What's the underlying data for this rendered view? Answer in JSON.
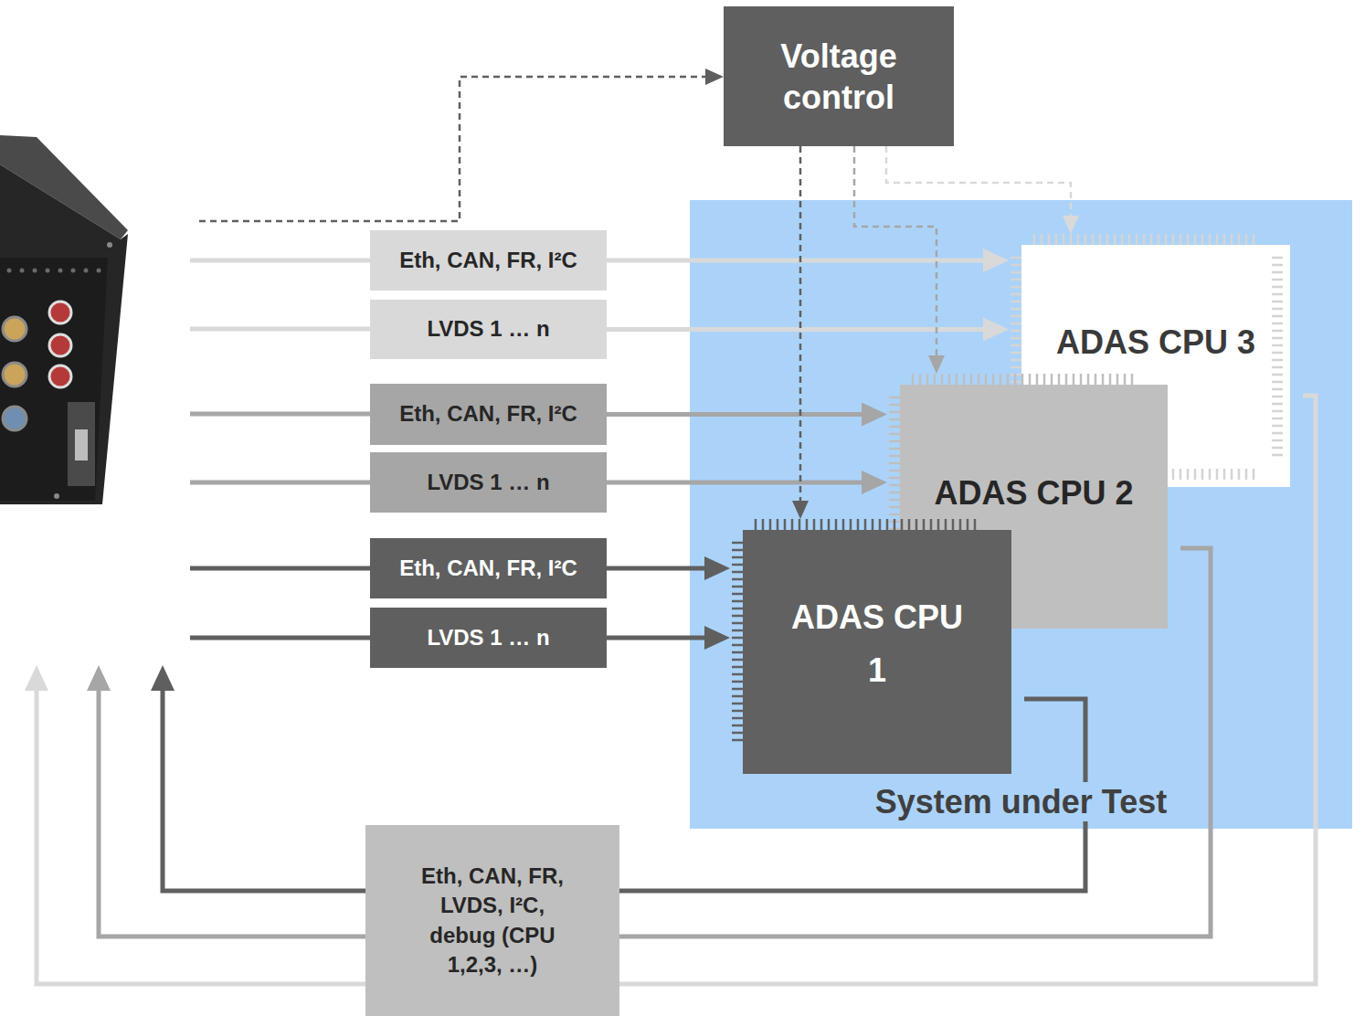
{
  "diagram": {
    "nodes": [
      {
        "text": [
          "Voltage control"
        ]
      },
      {
        "text": [
          "Eth, CAN, FR, I²C"
        ]
      },
      {
        "text": [
          "LVDS 1 … n"
        ]
      },
      {
        "text": [
          "Eth, CAN, FR, I²C"
        ]
      },
      {
        "text": [
          "LVDS 1 … n"
        ]
      },
      {
        "text": [
          "Eth, CAN, FR, I²C"
        ]
      },
      {
        "text": [
          "LVDS 1 … n"
        ]
      },
      {
        "text": [
          "System under Test"
        ]
      },
      {
        "text": [
          "ADAS CPU 3"
        ],
        "in": 7
      },
      {
        "text": [
          "ADAS CPU 2"
        ],
        "in": 7
      },
      {
        "text": [
          "ADAS CPU 1"
        ],
        "in": 7
      },
      {
        "text": [
          "Eth, CAN, FR, LVDS, I²C, debug (CPU 1,2,3, …)"
        ]
      }
    ],
    "edges": [
      {
        "from": 1,
        "to": 8,
        "arrow": "to"
      },
      {
        "from": 2,
        "to": 8,
        "arrow": "to"
      },
      {
        "from": 3,
        "to": 9,
        "arrow": "to"
      },
      {
        "from": 4,
        "to": 9,
        "arrow": "to"
      },
      {
        "from": 5,
        "to": 10,
        "arrow": "to"
      },
      {
        "from": 6,
        "to": 10,
        "arrow": "to"
      },
      {
        "from": 0,
        "to": 10,
        "arrow": "to"
      },
      {
        "from": 0,
        "to": 9,
        "arrow": "to"
      },
      {
        "from": 0,
        "to": 8,
        "arrow": "to"
      },
      {
        "from": 10,
        "to": 11,
        "arrow": "none"
      },
      {
        "from": 9,
        "to": 11,
        "arrow": "none"
      },
      {
        "from": 8,
        "to": 11,
        "arrow": "none"
      }
    ]
  }
}
